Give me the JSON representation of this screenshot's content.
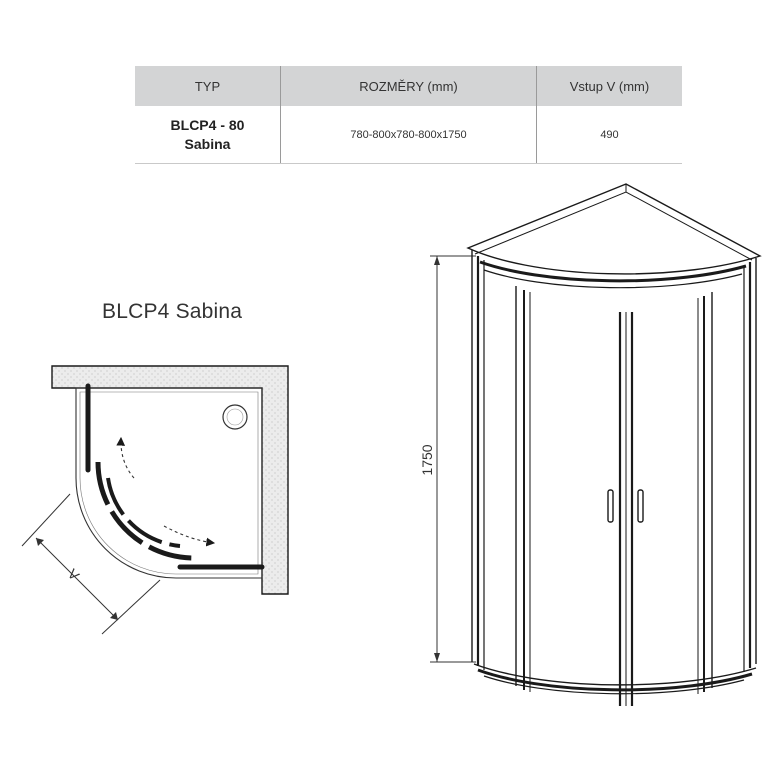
{
  "table": {
    "headers": [
      "TYP",
      "ROZMĚRY (mm)",
      "Vstup V (mm)"
    ],
    "row": {
      "typ_line1": "BLCP4 - 80",
      "typ_line2": "Sabina",
      "rozmery": "780-800x780-800x1750",
      "vstup": "490"
    }
  },
  "plan": {
    "title": "BLCP4 Sabina",
    "entrance_label": "V"
  },
  "elevation": {
    "height_label": "1750"
  },
  "colors": {
    "header_bg": "#d3d4d5",
    "wall_fill": "#ececec",
    "line": "#1a1a1a"
  }
}
